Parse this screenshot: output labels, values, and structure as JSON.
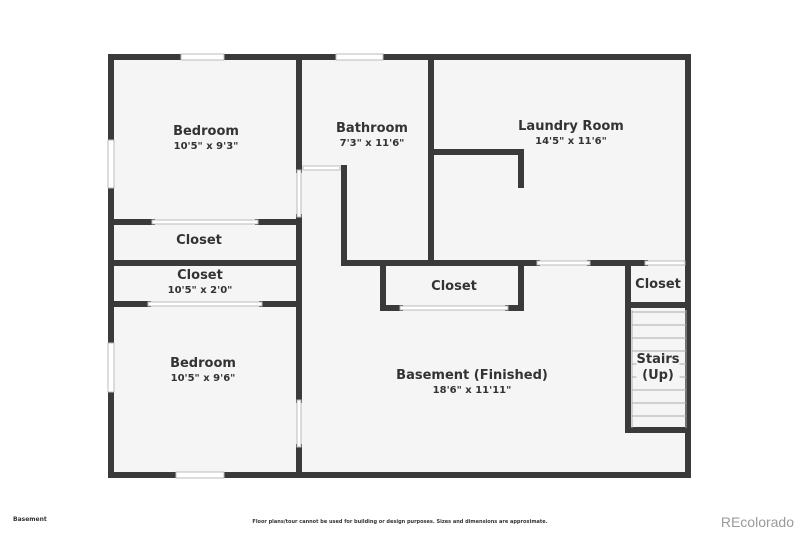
{
  "colors": {
    "wall": "#3a3a3a",
    "floor": "#f5f5f5",
    "window": "#ffffff"
  },
  "rooms": [
    {
      "name": "Bedroom",
      "dims": "10'5\" x 9'3\""
    },
    {
      "name": "Bathroom",
      "dims": "7'3\" x 11'6\""
    },
    {
      "name": "Laundry Room",
      "dims": "14'5\" x 11'6\""
    },
    {
      "name": "Closet"
    },
    {
      "name": "Closet",
      "dims": "10'5\" x 2'0\""
    },
    {
      "name": "Closet"
    },
    {
      "name": "Closet"
    },
    {
      "name": "Stairs",
      "sub": "(Up)"
    },
    {
      "name": "Bedroom",
      "dims": "10'5\" x 9'6\""
    },
    {
      "name": "Basement (Finished)",
      "dims": "18'6\" x 11'11\""
    }
  ],
  "footer": {
    "floor": "Basement",
    "disclaimer": "Floor plans/tour cannot be used for building or design purposes. Sizes and dimensions are approximate.",
    "brand": "REcolorado"
  }
}
